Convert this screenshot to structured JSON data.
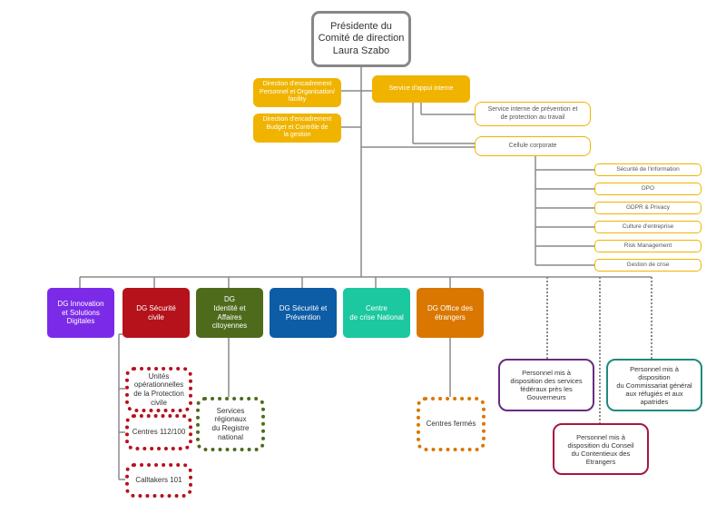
{
  "president": {
    "title": "Présidente du\nComité de direction\nLaura Szabo"
  },
  "support": {
    "dir_personnel": "Direction d'encadrement\nPersonnel et Organisation/\nfacility",
    "dir_budget": "Direction d'encadrement\nBudget et Contrôle de\nla gestion",
    "service_appui": "Service d'appui interne",
    "sipp": "Service interne de prévention et\nde protection au travail",
    "cellule": "Cellule corporate"
  },
  "cellule_items": [
    "Sécurité de l'information",
    "DPO",
    "GDPR & Privacy",
    "Culture d'entreprise",
    "Risk Management",
    "Gestion de crise"
  ],
  "dgs": [
    {
      "label": "DG Innovation\net Solutions\nDigitales",
      "color": "#7b2be8"
    },
    {
      "label": "DG Sécurité\ncivile",
      "color": "#b5121b"
    },
    {
      "label": "DG\nIdentité et\nAffaires\ncitoyennes",
      "color": "#4e6b1c"
    },
    {
      "label": "DG Sécurité et\nPrévention",
      "color": "#0d5ca6"
    },
    {
      "label": "Centre\nde crise National",
      "color": "#1bc8a0"
    },
    {
      "label": "DG Office des\nétrangers",
      "color": "#d97700"
    }
  ],
  "securite_civile_units": [
    "Unités\nopérationnelles\nde la Protection\ncivile",
    "Centres 112/100",
    "Calltakers 101"
  ],
  "registre": "Services\nrégionaux\ndu Registre\nnational",
  "centres_fermes": "Centres fermés",
  "mis_a_disposition": [
    {
      "label": "Personnel mis à\ndisposition des services\nfédéraux près les\nGouverneurs",
      "color": "#6a2a82"
    },
    {
      "label": "Personnel mis à\ndisposition du Conseil\ndu Contentieux des\nEtrangers",
      "color": "#a31b3f"
    },
    {
      "label": "Personnel mis à\ndisposition\ndu Commissariat général\naux réfugiés et aux\napatrides",
      "color": "#1f8a7a"
    }
  ]
}
